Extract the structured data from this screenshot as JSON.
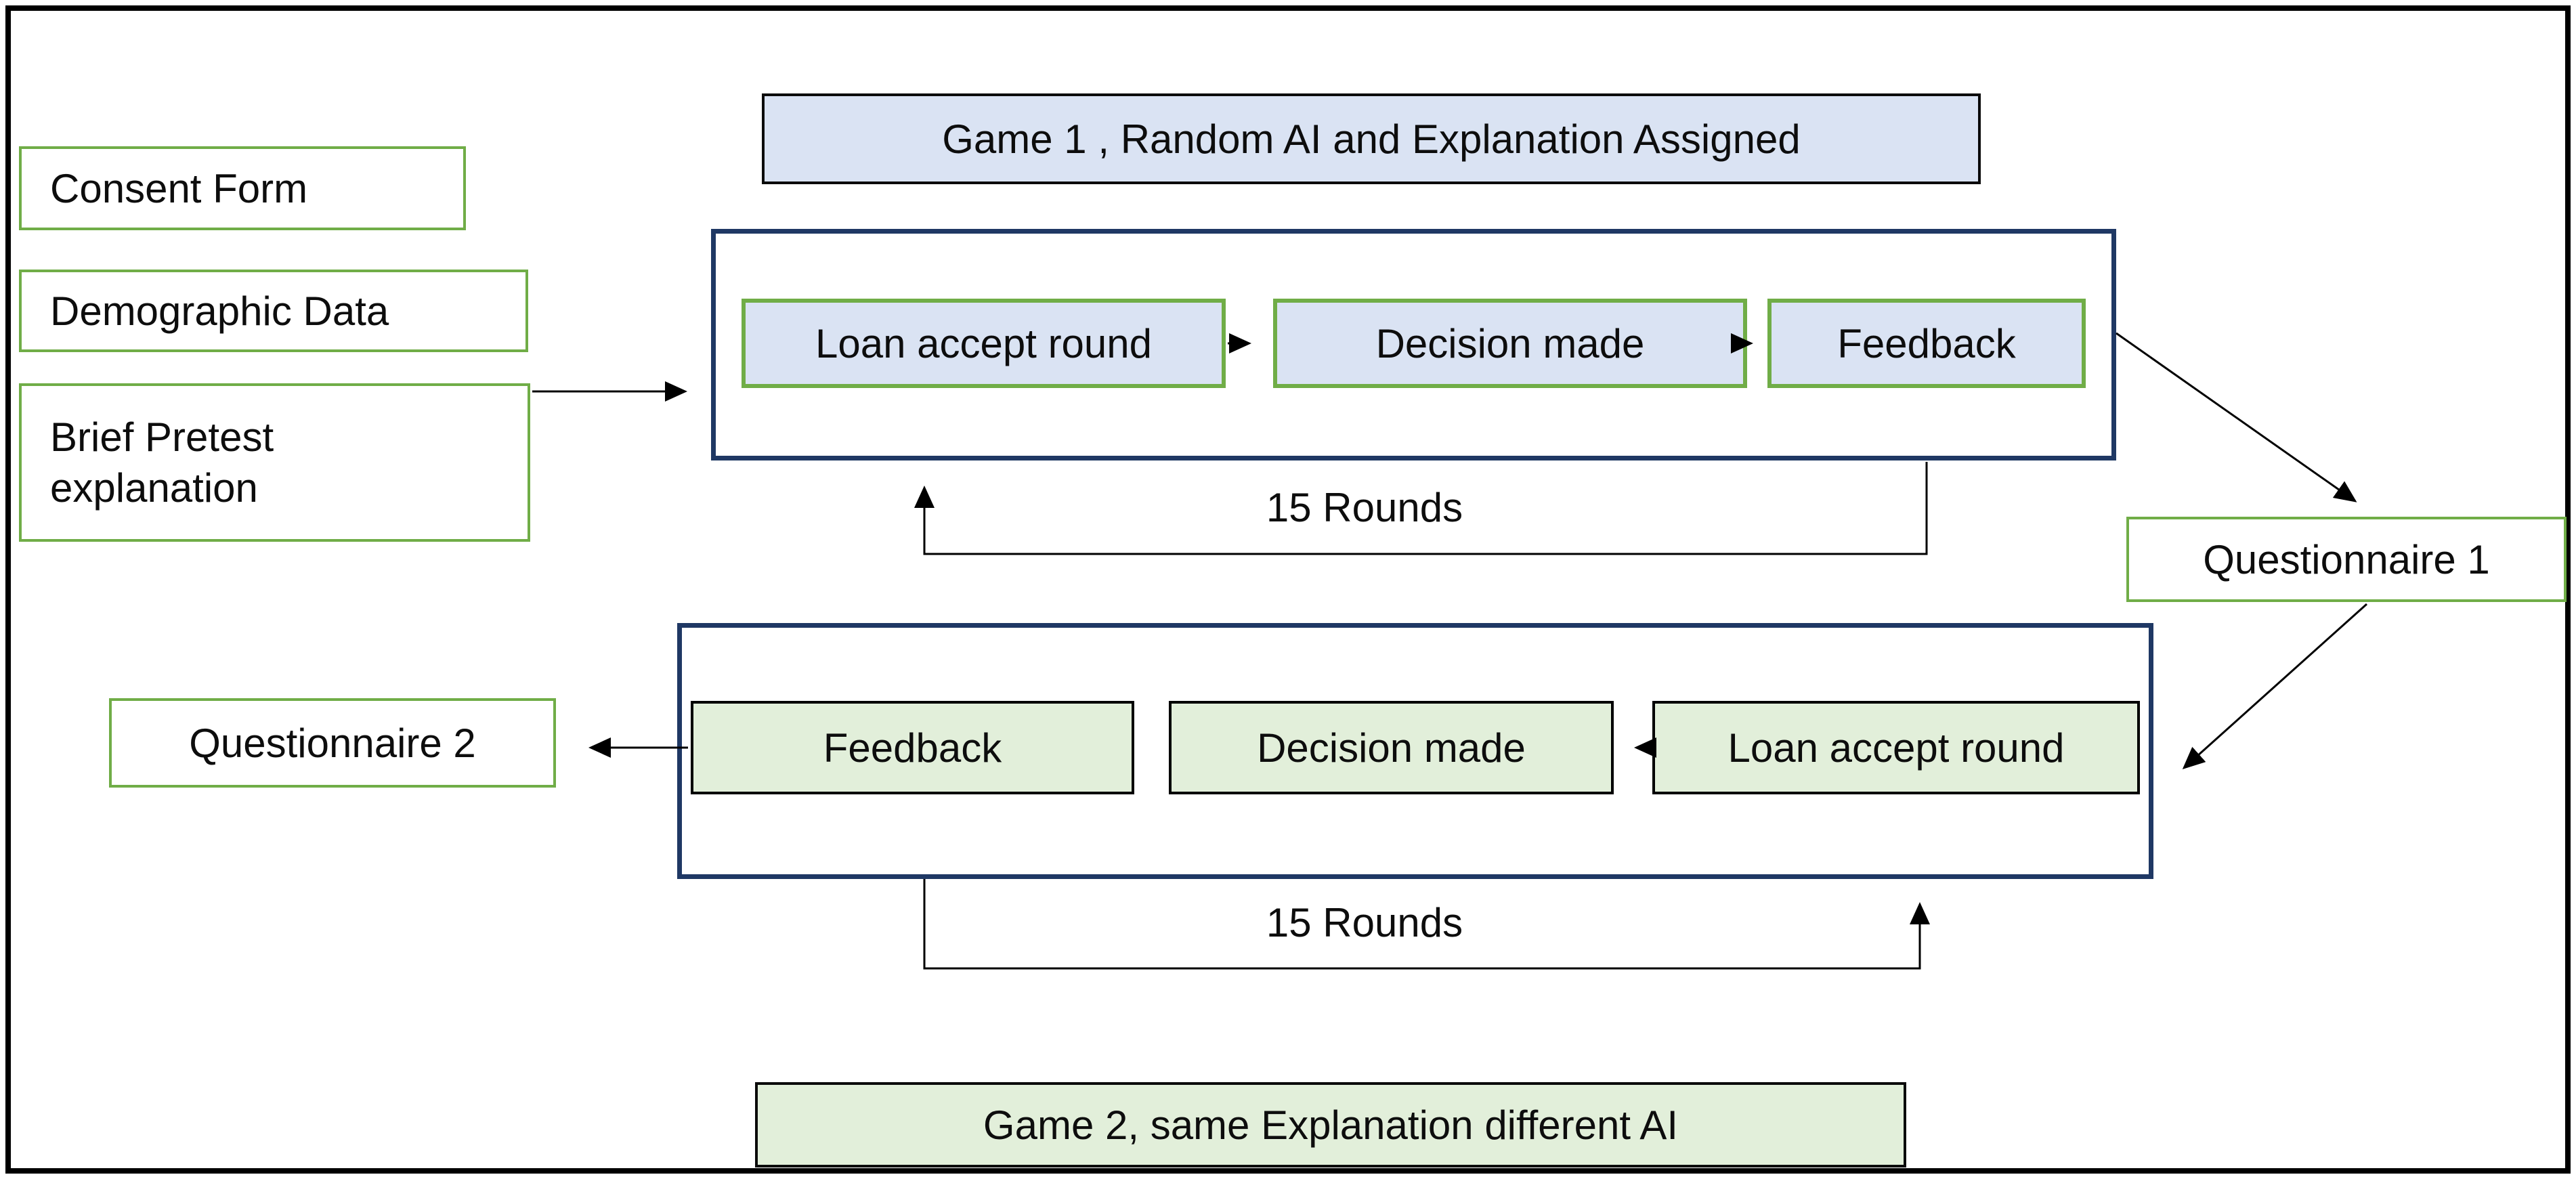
{
  "diagram": {
    "pre_steps": {
      "consent": "Consent Form",
      "demographic": "Demographic Data",
      "pretest": "Brief Pretest explanation"
    },
    "game1": {
      "title": "Game 1 , Random AI and Explanation Assigned",
      "steps": [
        "Loan accept round",
        "Decision made",
        "Feedback"
      ],
      "rounds_label": "15 Rounds"
    },
    "questionnaire1": "Questionnaire 1",
    "game2": {
      "title": "Game 2, same Explanation different AI",
      "steps": [
        "Feedback",
        "Decision made",
        "Loan accept round"
      ],
      "rounds_label": "15 Rounds"
    },
    "questionnaire2": "Questionnaire 2",
    "colors": {
      "light_blue_fill": "#dae3f3",
      "light_green_fill": "#e2efda",
      "green_border": "#70ad47",
      "navy_border": "#1f3864",
      "black": "#000000"
    }
  }
}
